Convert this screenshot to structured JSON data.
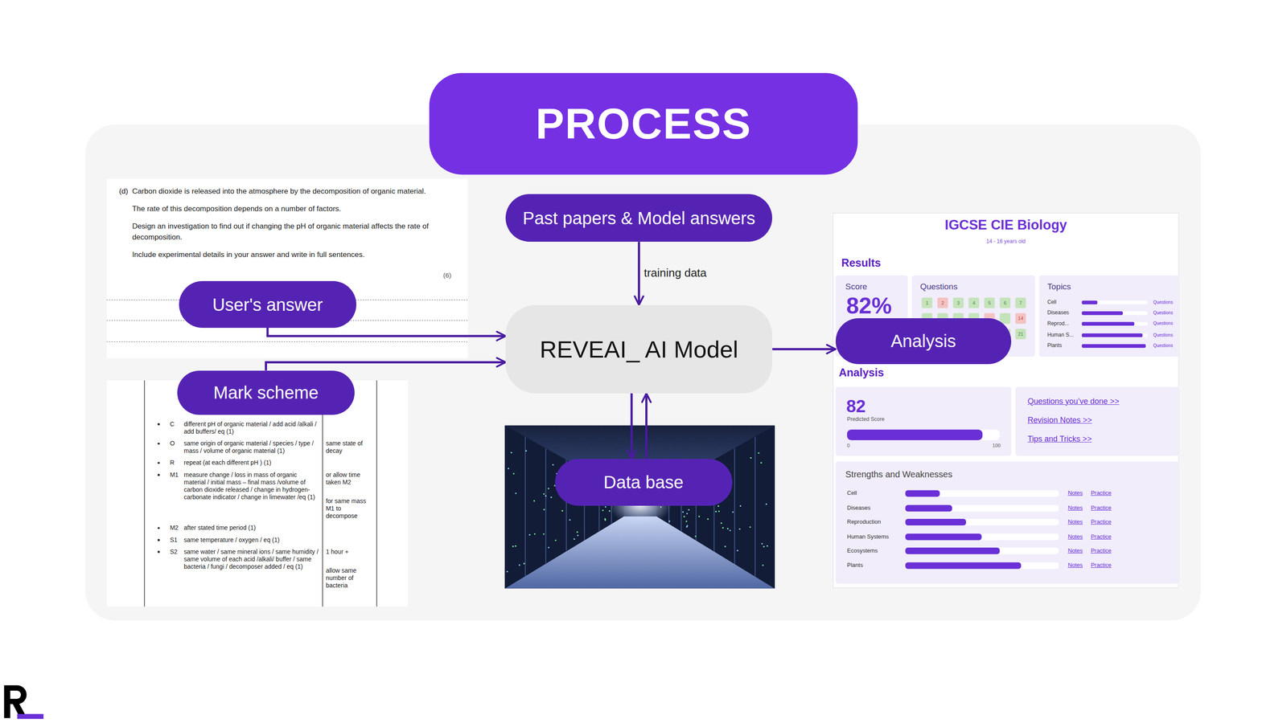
{
  "diagram": {
    "title": "PROCESS",
    "nodes": [
      {
        "text": [
          "User's answer"
        ]
      },
      {
        "text": [
          "Mark scheme"
        ]
      },
      {
        "text": [
          "Past papers & Model answers"
        ]
      },
      {
        "text": [
          "REVEAI_ AI Model"
        ]
      },
      {
        "text": [
          "Data base"
        ]
      },
      {
        "text": [
          "Analysis"
        ]
      }
    ],
    "edges": [
      {
        "from": 0,
        "to": 3,
        "arrow": "to"
      },
      {
        "from": 1,
        "to": 3,
        "arrow": "to"
      },
      {
        "from": 2,
        "to": 3,
        "label": "training data",
        "arrow": "to"
      },
      {
        "from": 3,
        "to": 4,
        "arrow": "to"
      },
      {
        "from": 4,
        "to": 3,
        "arrow": "to"
      },
      {
        "from": 3,
        "to": 5,
        "arrow": "to"
      }
    ],
    "labels": [
      "(d)",
      "Carbon dioxide is released into the atmosphere by the decomposition of organic material.",
      "The rate of this decomposition depends on a number of factors.",
      "Design an investigation to find out if changing the pH of organic material affects the rate of decomposition.",
      "Include experimental details in your answer and write in full sentences.",
      "(6)",
      "C",
      "different pH of organic material / add acid /alkali / add buffers/ eq (1)",
      "O",
      "same origin of organic material / species / type / mass / volume of organic material (1)",
      "same state of decay",
      "R",
      "repeat (at each different pH ) (1)",
      "M1",
      "measure change / loss in mass of organic material / initial mass – final mass /volume of carbon dioxide released / change in hydrogen-carbonate indicator / change in limewater /eq (1)",
      "or allow time taken M2",
      "for same mass M1 to decompose",
      "M2",
      "after stated time period (1)",
      "S1",
      "same temperature / oxygen / eq (1)",
      "S2",
      "same water / same mineral ions / same humidity / same volume of each acid /alkali/ buffer / same bacteria / fungi / decomposer added / eq (1)",
      "1 hour +",
      "allow same number of bacteria",
      "IGCSE CIE Biology",
      "14 - 16 years old",
      "Results",
      "Score",
      "82%",
      "Questions",
      "1",
      "2",
      "3",
      "4",
      "5",
      "6",
      "7",
      "14",
      "21",
      "Topics",
      "Cell",
      "Diseases",
      "Reprod...",
      "Human S...",
      "Plants",
      "Questions",
      "Questions",
      "Questions",
      "Questions",
      "Questions",
      "Analysis",
      "82",
      "Predicted Score",
      "0",
      "100",
      "Questions you’ve done >>",
      "Revision Notes >>",
      "Tips and Tricks >>",
      "Strengths and Weaknesses",
      "Cell",
      "Notes",
      "Practice",
      "Diseases",
      "Notes",
      "Practice",
      "Reproduction",
      "Notes",
      "Practice",
      "Human Systems",
      "Notes",
      "Practice",
      "Ecosystems",
      "Notes",
      "Practice",
      "Plants",
      "Notes",
      "Practice"
    ]
  }
}
